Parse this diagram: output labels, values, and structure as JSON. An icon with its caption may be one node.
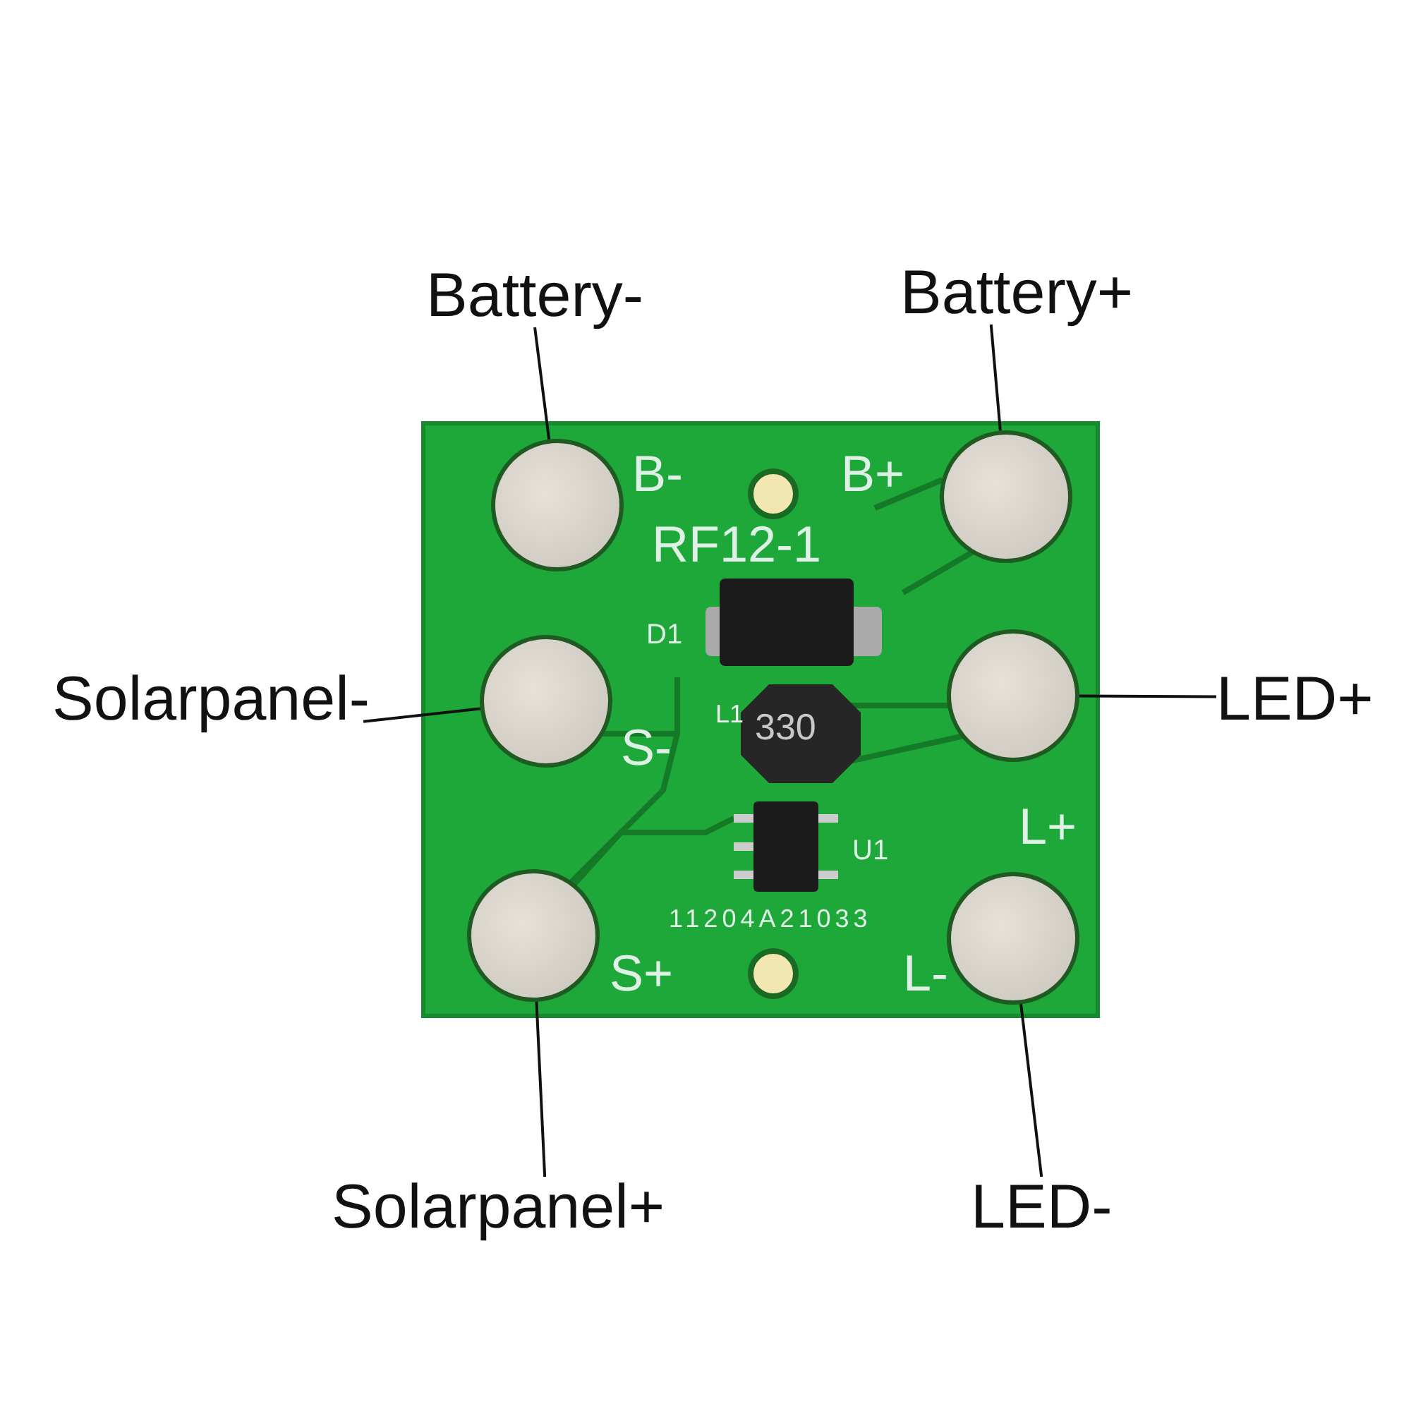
{
  "diagram": {
    "nodes": [
      {
        "text": [
          "Battery-"
        ]
      },
      {
        "text": [
          "Battery+"
        ]
      },
      {
        "text": [],
        "shape": "circle"
      },
      {
        "text": [],
        "shape": "circle"
      },
      {
        "text": [
          "Solarpanel-"
        ]
      },
      {
        "text": [],
        "shape": "circle"
      },
      {
        "text": [],
        "shape": "circle"
      },
      {
        "text": [
          "LED+"
        ]
      },
      {
        "text": [],
        "shape": "circle"
      },
      {
        "text": [],
        "shape": "circle"
      },
      {
        "text": [
          "Solarpanel+"
        ]
      },
      {
        "text": [
          "LED-"
        ]
      }
    ],
    "edges": [
      {
        "from": 0,
        "to": 2,
        "arrow": "none"
      },
      {
        "from": 1,
        "to": 3,
        "arrow": "none"
      },
      {
        "from": 4,
        "to": 5,
        "arrow": "none"
      },
      {
        "from": 7,
        "to": 6,
        "arrow": "none"
      },
      {
        "from": 10,
        "to": 8,
        "arrow": "none"
      },
      {
        "from": 11,
        "to": 9,
        "arrow": "none"
      }
    ],
    "labels": [
      "B-",
      "B+",
      "RF12-1",
      "D1",
      "L1",
      "330",
      "S-",
      "L+",
      "U1",
      "11204A21033",
      "S+",
      "L-"
    ]
  }
}
